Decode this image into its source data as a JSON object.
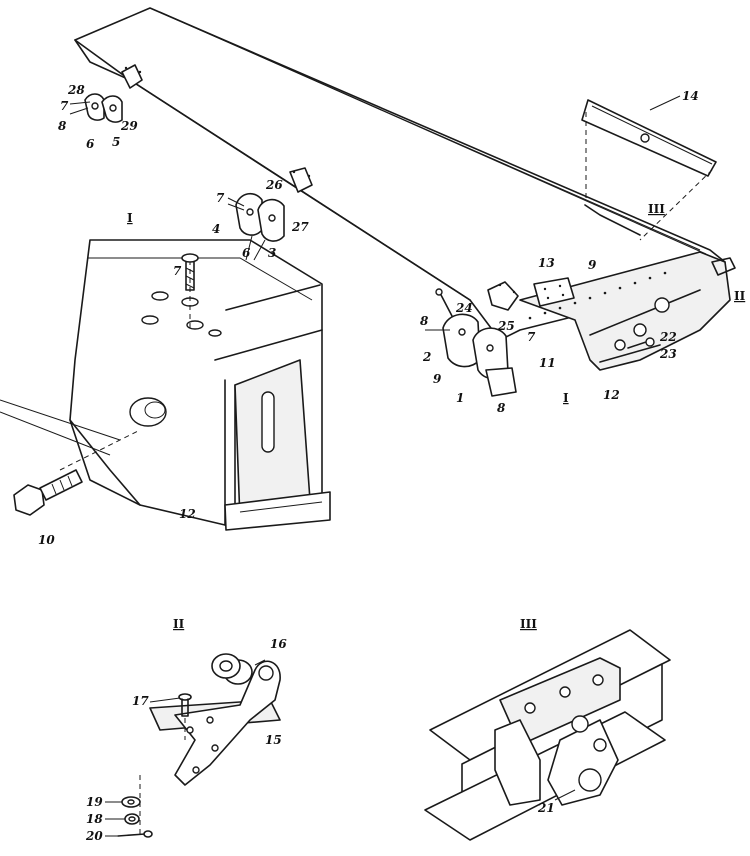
{
  "views": {
    "detail_I": "I",
    "detail_II": "II",
    "detail_III": "III",
    "marker_I": "I",
    "marker_II": "II",
    "marker_III": "III"
  },
  "labels": {
    "p1": "1",
    "p2": "2",
    "p3": "3",
    "p4": "4",
    "p5": "5",
    "p6": "6",
    "p7": "7",
    "p8": "8",
    "p9": "9",
    "p10": "10",
    "p11": "11",
    "p12": "12",
    "p13": "13",
    "p14": "14",
    "p15": "15",
    "p16": "16",
    "p17": "17",
    "p18": "18",
    "p19": "19",
    "p20": "20",
    "p21": "21",
    "p22": "22",
    "p23": "23",
    "p24": "24",
    "p25": "25",
    "p26": "26",
    "p27": "27",
    "p28": "28",
    "p29": "29"
  }
}
